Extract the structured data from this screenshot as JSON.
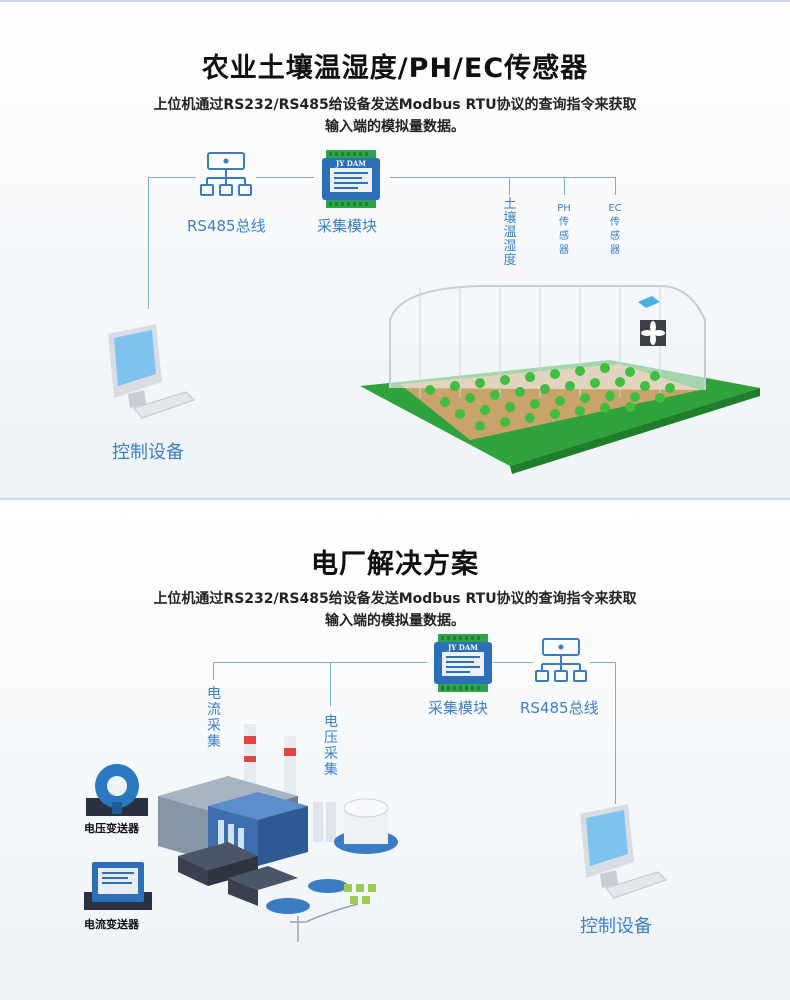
{
  "section1": {
    "title": "农业土壤温湿度/PH/EC传感器",
    "desc_line1": "上位机通过RS232/RS485给设备发送Modbus RTU协议的查询指令来获取",
    "desc_line2": "输入端的模拟量数据。",
    "rs485_label": "RS485总线",
    "module_label": "采集模块",
    "sensor1": "土壤温湿度",
    "sensor2": "PH传感器",
    "sensor3": "EC传感器",
    "control_label": "控制设备",
    "module_brand": "JY DAM"
  },
  "section2": {
    "title": "电厂解决方案",
    "desc_line1": "上位机通过RS232/RS485给设备发送Modbus RTU协议的查询指令来获取",
    "desc_line2": "输入端的模拟量数据。",
    "current_collect": "电流采集",
    "voltage_collect": "电压采集",
    "module_label": "采集模块",
    "rs485_label": "RS485总线",
    "voltage_transmitter": "电压变送器",
    "current_transmitter": "电流变送器",
    "control_label": "控制设备",
    "module_brand": "JY DAM"
  }
}
